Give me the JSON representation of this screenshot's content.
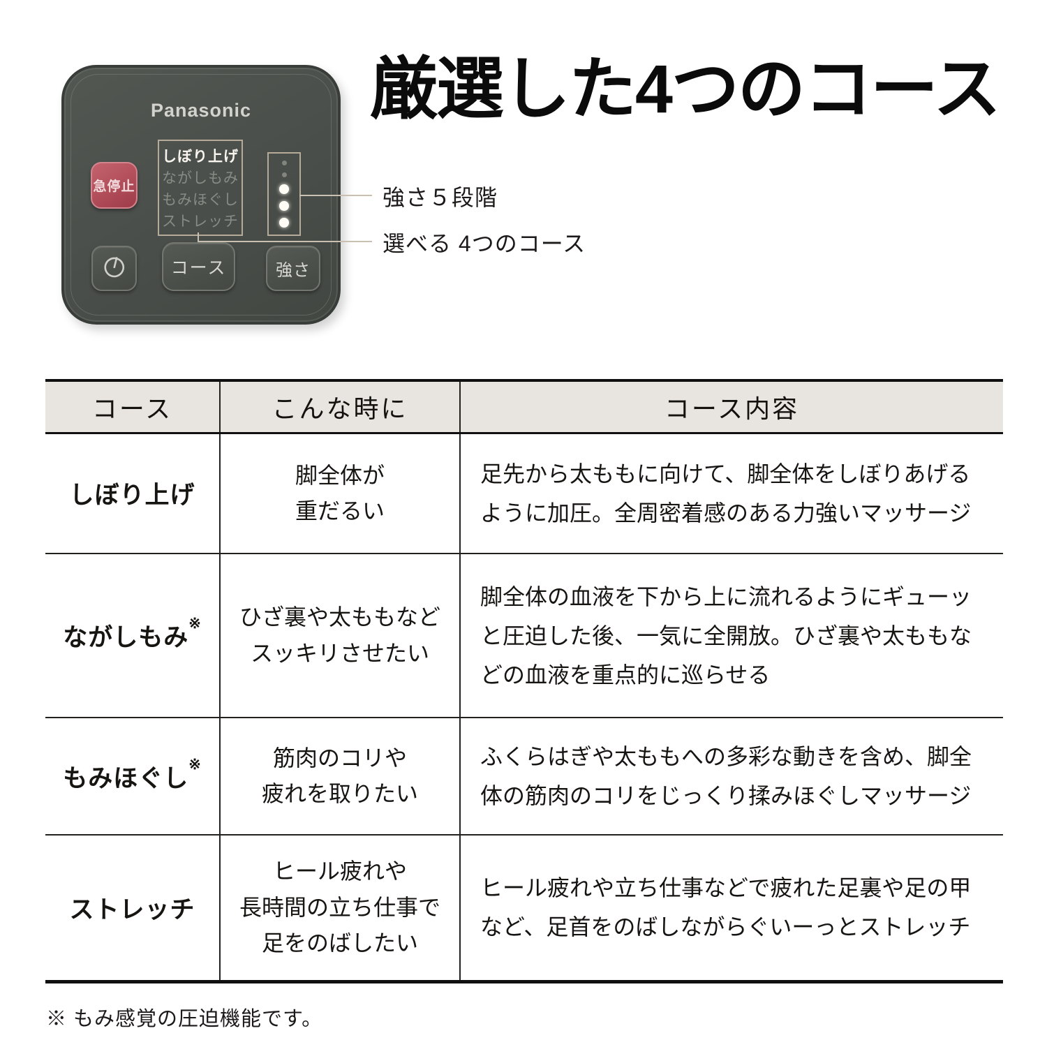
{
  "title": "厳選した4つのコース",
  "remote": {
    "brand": "Panasonic",
    "stop_button": "急停止",
    "display_courses": [
      "しぼり上げ",
      "ながしもみ",
      "もみほぐし",
      "ストレッチ"
    ],
    "course_button": "コース",
    "strength_button": "強さ",
    "led_states": [
      "off",
      "off",
      "on",
      "on",
      "on"
    ]
  },
  "callouts": {
    "strength": "強さ５段階",
    "courses": "選べる 4つのコース"
  },
  "table": {
    "headers": [
      "コース",
      "こんな時に",
      "コース内容"
    ],
    "rows": [
      {
        "course": "しぼり上げ",
        "note": "",
        "when": "脚全体が\n重だるい",
        "description": "足先から太ももに向けて、脚全体をしぼりあげるように加圧。全周密着感のある力強いマッサージ"
      },
      {
        "course": "ながしもみ",
        "note": "※",
        "when": "ひざ裏や太ももなど\nスッキリさせたい",
        "description": "脚全体の血液を下から上に流れるようにギューッと圧迫した後、一気に全開放。ひざ裏や太ももなどの血液を重点的に巡らせる"
      },
      {
        "course": "もみほぐし",
        "note": "※",
        "when": "筋肉のコリや\n疲れを取りたい",
        "description": "ふくらはぎや太ももへの多彩な動きを含め、脚全体の筋肉のコリをじっくり揉みほぐしマッサージ"
      },
      {
        "course": "ストレッチ",
        "note": "",
        "when": "ヒール疲れや\n長時間の立ち仕事で\n足をのばしたい",
        "description": "ヒール疲れや立ち仕事などで疲れた足裏や足の甲など、足首をのばしながらぐいーっとストレッチ"
      }
    ]
  },
  "footnote": "※ もみ感覚の圧迫機能です。",
  "colors": {
    "header_bg": "#e8e4df",
    "remote_body": "#4a4e4a",
    "emergency_red": "#b04d59",
    "callout_line": "#c9c0b1",
    "led_on": "#fffdf5"
  }
}
